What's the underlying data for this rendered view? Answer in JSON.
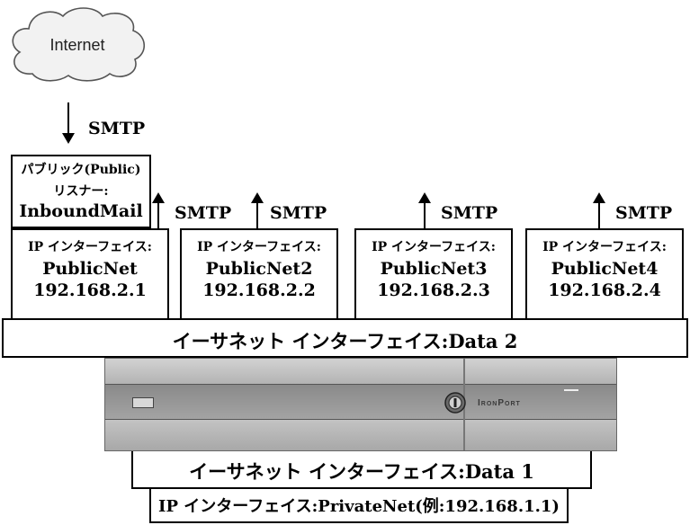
{
  "cloud": {
    "label": "Internet"
  },
  "inbound_protocol": "SMTP",
  "listener": {
    "line1": "パブリック(Public)",
    "line2": "リスナー:",
    "line3": "InboundMail"
  },
  "outbound_protocols": [
    "SMTP",
    "SMTP",
    "SMTP",
    "SMTP"
  ],
  "interfaces": [
    {
      "label": "IP インターフェイス:",
      "name": "PublicNet",
      "ip": "192.168.2.1"
    },
    {
      "label": "IP インターフェイス:",
      "name": "PublicNet2",
      "ip": "192.168.2.2"
    },
    {
      "label": "IP インターフェイス:",
      "name": "PublicNet3",
      "ip": "192.168.2.3"
    },
    {
      "label": "IP インターフェイス:",
      "name": "PublicNet4",
      "ip": "192.168.2.4"
    }
  ],
  "ethernet_top": "イーサネット インターフェイス:Data 2",
  "ethernet_bottom": "イーサネット インターフェイス:Data 1",
  "private_interface": "IP インターフェイス:PrivateNet(例:192.168.1.1)",
  "appliance": {
    "brand": "IronPort",
    "colors": {
      "body": "#b9b9b9",
      "panel": "#8f8f8f"
    }
  }
}
